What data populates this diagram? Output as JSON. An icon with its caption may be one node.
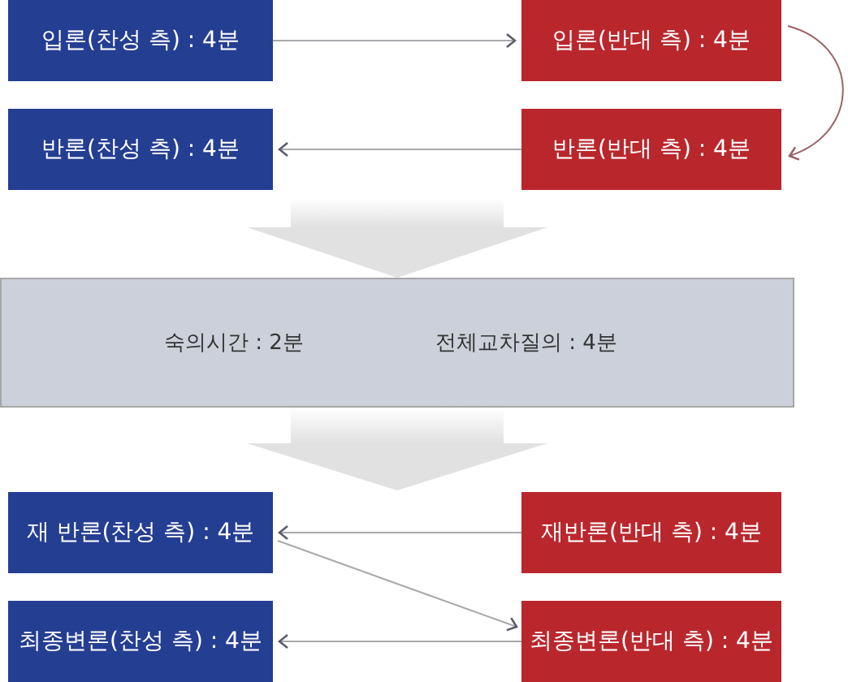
{
  "diagram": {
    "nodes": [
      {
        "text": [
          "입론(찬성 측) : 4분"
        ]
      },
      {
        "text": [
          "입론(반대 측) : 4분"
        ]
      },
      {
        "text": [
          "반론(찬성 측) : 4분"
        ]
      },
      {
        "text": [
          "반론(반대 측) : 4분"
        ]
      },
      {
        "text": [
          "숙의시간 : 2분",
          "전체교차질의 : 4분"
        ]
      },
      {
        "text": [
          "재 반론(찬성 측) : 4분"
        ]
      },
      {
        "text": [
          "재반론(반대 측) : 4분"
        ]
      },
      {
        "text": [
          "최종변론(찬성 측) : 4분"
        ]
      },
      {
        "text": [
          "최종변론(반대 측) : 4분"
        ]
      }
    ],
    "edges": [
      {
        "from": 0,
        "to": 1,
        "arrow": "to"
      },
      {
        "from": 1,
        "to": 3,
        "arrow": "to",
        "color": "#9a6468"
      },
      {
        "from": 3,
        "to": 2,
        "arrow": "to"
      },
      {
        "from": null,
        "to": 4,
        "arrow": "to",
        "style": "thick",
        "color": "#e1e1e1"
      },
      {
        "from": 4,
        "to": null,
        "arrow": "to",
        "style": "thick",
        "color": "#e1e1e1"
      },
      {
        "from": 6,
        "to": 5,
        "arrow": "to"
      },
      {
        "from": 5,
        "to": 8,
        "arrow": "to"
      },
      {
        "from": 8,
        "to": 7,
        "arrow": "to"
      }
    ]
  }
}
